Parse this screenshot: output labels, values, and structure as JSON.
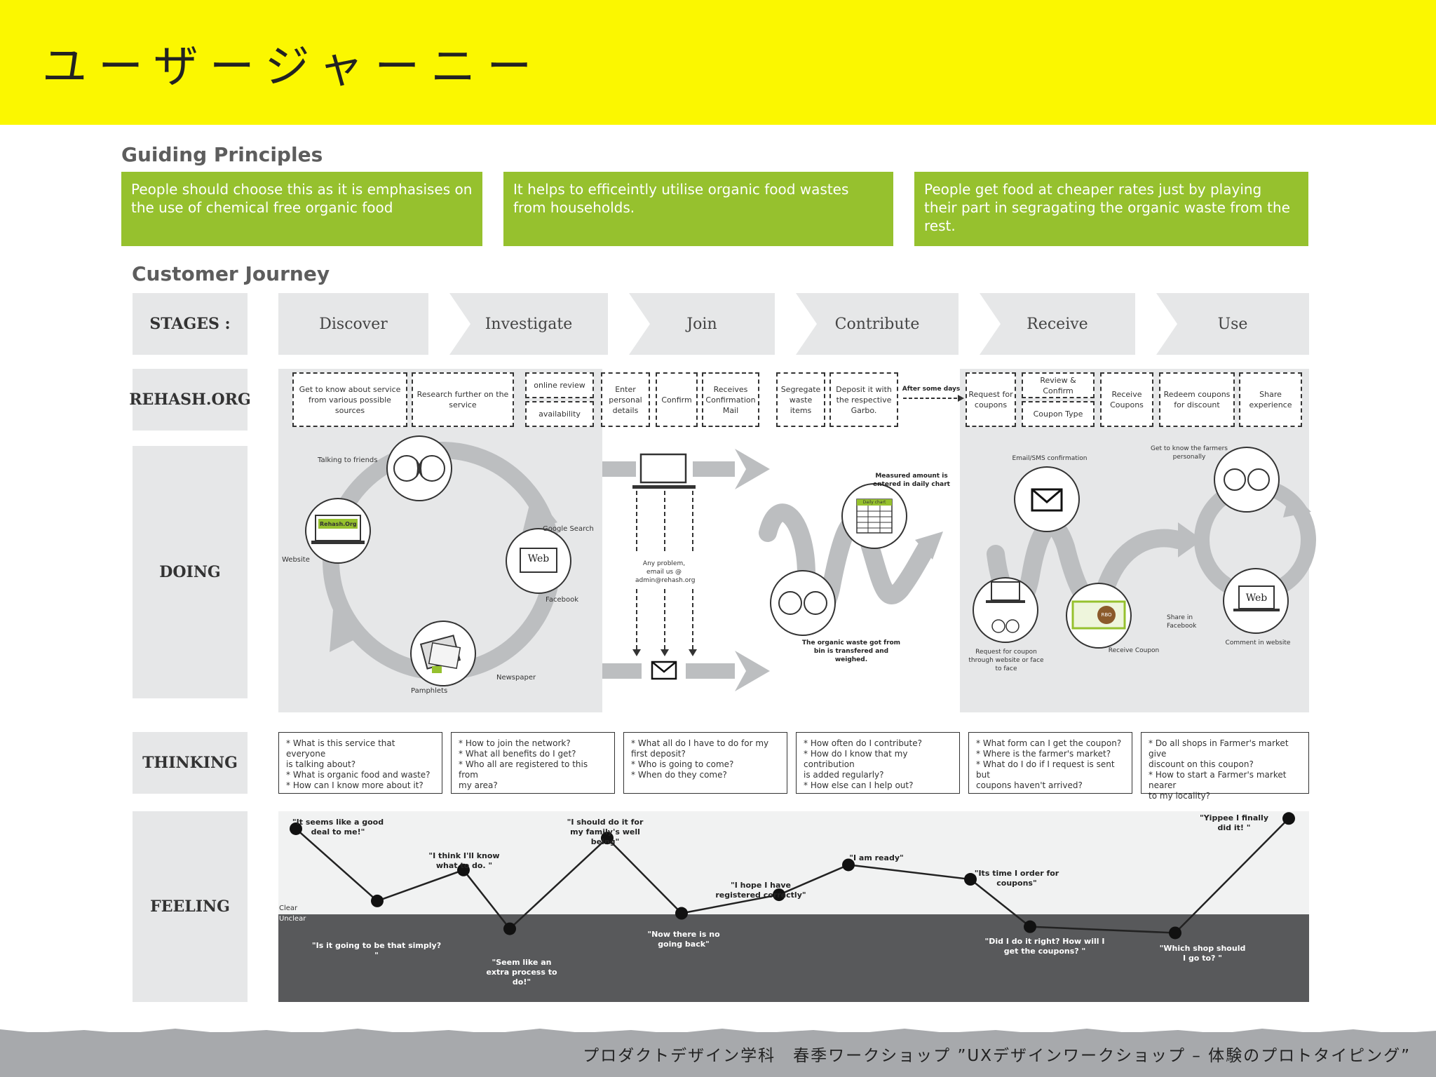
{
  "slide": {
    "title": "ユーザージャーニー",
    "footer": "プロダクトデザイン学科　春季ワークショップ ”UXデザインワークショップ – 体験のプロトタイピング”"
  },
  "guiding": {
    "title": "Guiding Principles",
    "principles": [
      "People should choose this as it is emphasises on the use of chemical free organic food",
      "It helps to efficeintly utilise organic food wastes from households.",
      "People get food at cheaper rates just by playing their part in segragating the organic waste from the rest."
    ],
    "color": "#96c12e"
  },
  "journey": {
    "title": "Customer Journey",
    "row_labels": {
      "stages": "STAGES :",
      "rehash": "REHASH.ORG",
      "doing": "DOING",
      "thinking": "THINKING",
      "feeling": "FEELING"
    },
    "stages": [
      "Discover",
      "Investigate",
      "Join",
      "Contribute",
      "Receive",
      "Use"
    ],
    "rehash_steps": [
      "Get to know about service from various possible sources",
      "Research further on the service",
      "online review",
      "availability",
      "Enter personal details",
      "Confirm",
      "Receives Confirmation Mail",
      "Segregate waste items",
      "Deposit it with the respective Garbo.",
      "Request for coupons",
      "Review & Confirm",
      "Coupon Type",
      "Receive Coupons",
      "Redeem coupons for discount",
      "Share experience"
    ],
    "rehash_note": "After some days",
    "doing": {
      "discover": {
        "talking": "Talking to friends",
        "google": "Google Search",
        "web": "Web",
        "website": "Website",
        "site_logo": "Rehash.Org",
        "facebook": "Facebook",
        "newspaper": "Newspaper",
        "pamphlets": "Pamphlets"
      },
      "join": {
        "problem": "Any problem, email us @ admin@rehash.org"
      },
      "contribute": {
        "measured": "Measured amount is entered in daily chart",
        "chart_label": "Daily chart",
        "transfer": "The organic waste got from bin is transfered and weighed."
      },
      "receive": {
        "email": "Email/SMS confirmation",
        "request": "Request for coupon through website or face to face",
        "coupon": "Receive Coupon",
        "coupon_logo": "RBO"
      },
      "use": {
        "farmers": "Get to know the farmers personally",
        "share_fb": "Share in Facebook",
        "web": "Web",
        "comment": "Comment in website"
      }
    },
    "thinking": [
      "* What is this service that everyone\n   is talking about?\n* What is organic food and waste?\n* How can I know more about it?",
      "* How to join the network?\n* What all benefits do I get?\n* Who all are registered to this from\n   my area?",
      "* What all do I have to do for my\n   first deposit?\n* Who is going to come?\n* When do they come?",
      "* How often do I contribute?\n* How do I know that my contribution\n   is added regularly?\n* How else can I help out?",
      "* What form can I get the coupon?\n* Where is the farmer's market?\n* What do I do if I request is sent but\n   coupons haven't arrived?",
      "* Do all shops in Farmer's market give\n   discount on this coupon?\n* How to start a Farmer's market nearer\n   to my locality?"
    ],
    "feeling": {
      "clear_label": "Clear",
      "unclear_label": "Unclear",
      "quotes": [
        "\"It seems like a good deal to me!\"",
        "\"Is it going to be that simply? \"",
        "\"I think I'll know what to do. \"",
        "\"Seem like an extra process to do!\"",
        "\"I should do it for my family's well being\"",
        "\"Now there is no going back\"",
        "\"I hope I have registered correctly\"",
        "\"I am ready\"",
        "\"Its time I order for coupons\"",
        "\"Did I do it right? How will I get the coupons? \"",
        "\"Which shop should I go to? \"",
        "\"Yippee I finally did it! \""
      ],
      "levels": [
        0.83,
        0.13,
        0.43,
        -0.14,
        0.74,
        0.01,
        0.19,
        0.48,
        0.34,
        -0.12,
        -0.18,
        0.93
      ],
      "dark_color": "#58595b"
    }
  }
}
